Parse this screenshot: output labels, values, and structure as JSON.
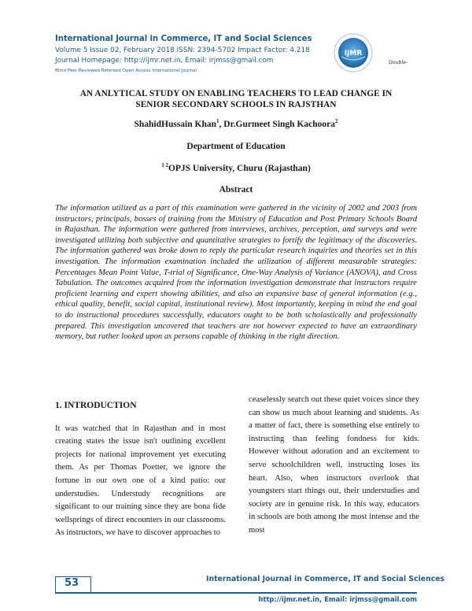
{
  "header": {
    "journal_title": "International Journal in Commerce, IT and Social Sciences",
    "volume_line": "Volume 5 Issue 02, February 2018 ISSN: 2394-5702 Impact Factor: 4.218",
    "homepage_line": "Journal Homepage: http://ijmr.net.in, Email: irjmss@gmail.com",
    "review_line": "Blind Peer Reviewed Refereed Open Access International Journal",
    "logo_text": "IJMR",
    "double_text": "Double-"
  },
  "paper": {
    "title_line1": "AN ANLYTICAL STUDY ON ENABLING TEACHERS TO LEAD CHANGE IN",
    "title_line2": "SENIOR SECONDARY SCHOOLS IN RAJSTHAN",
    "author1": "ShahidHussain Khan",
    "author1_sup": "1",
    "author_sep": ", ",
    "author2": "Dr.Gurmeet Singh Kachoora",
    "author2_sup": "2",
    "department": "Department of Education",
    "univ_sup": "1 2",
    "university": "OPJS University, Churu (Rajasthan)",
    "abstract_heading": "Abstract",
    "abstract_text": "The information utilized as a part of this examination were gathered in the vicinity of 2002 and 2003 from instructors, principals, bosses of training from the Ministry of Education and Post Primary Schools Board in Rajasthan. The information were gathered from interviews, archives, perception, and surveys and were investigated utilizing both subjective and quantitative strategies to fortify the legitimacy of the discoveries. The information gathered was broke down to reply the particular research inquiries and theories set in this investigation. The information examination included the utilization of different measurable strategies: Percentages Mean Point Value, T-trial of Significance, One-Way Analysis of Variance (ANOVA), and Cross Tabulation. The outcomes acquired from the information investigation demonstrate that instructors require proficient learning and expert showing abilities, and also an expansive base of general information (e.g., ethical quality, benefit, social capital, institutional review). Most importantly, keeping in mind the end goal to do instructional procedures successfully, educators ought to be both scholastically and professionally prepared. This investigation uncovered that teachers are not however expected to have an extraordinary memory, but rather looked upon as persons capable of thinking in the right direction.",
    "section_heading": "1. INTRODUCTION",
    "intro_left": "It was watched that in Rajasthan and in most creating states the issue isn't outlining excellent projects for national improvement yet executing them. As per Thomas Poetter, we ignore the fortune in our own one of a kind patio: our understudies. Understudy recognitions are significant to our training since they are bona fide wellsprings of direct encounters in our classrooms. As instructors, we have to discover approaches to",
    "intro_right": "ceaselessly search out these quiet voices since they can show us much about learning and students. As a matter of fact, there is something else entirely to instructing than feeling fondness for kids. However without adoration and an excitement to serve schoolchildren well, instructing loses its heart. Also, when instructors overlook that youngsters start things out, their understudies and society are in genuine risk. In this way, educators in schools are both among the most intense and the most"
  },
  "footer": {
    "page_number": "53",
    "journal_line": "International Journal in Commerce, IT and Social Sciences",
    "contact_line": "http://ijmr.net.in, Email: irjmss@gmail.com"
  },
  "colors": {
    "brand_blue": "#1f5b8a"
  }
}
